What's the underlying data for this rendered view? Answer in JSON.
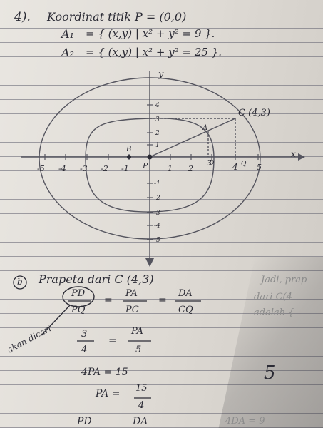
{
  "problem": {
    "number": "4).",
    "line1": "Koordinat titik P = (0,0)",
    "a1_name": "A₁",
    "a1_def": "= { (x,y) | x² + y² = 9 }.",
    "a2_name": "A₂",
    "a2_def": "= { (x,y) | x² + y² = 25 }."
  },
  "graph": {
    "y_axis_label": "y",
    "x_axis_label": "x",
    "x_ticks": [
      "-5",
      "-4",
      "-3",
      "-2",
      "-1",
      "1",
      "2",
      "3",
      "4",
      "5"
    ],
    "y_ticks": [
      "4",
      "3",
      "2",
      "1",
      "-1",
      "-2",
      "-3",
      "-4",
      "-5"
    ],
    "point_c": "C (4,3)",
    "point_a": "A",
    "point_b": "B",
    "point_p": "P",
    "point_d": "D",
    "point_q": "Q"
  },
  "part_b": {
    "label": "b",
    "title": "Prapeta dari C (4,3)",
    "eq1": {
      "f1_num": "PD",
      "f1_den": "PQ",
      "eq": "=",
      "f2_num": "PA",
      "f2_den": "PC",
      "eq2": "=",
      "f3_num": "DA",
      "f3_den": "CQ"
    },
    "note": "akan dicari",
    "eq2": {
      "f1_num": "3",
      "f1_den": "4",
      "eq": "=",
      "f2_num": "PA",
      "f2_den": "5"
    },
    "line3": "4PA = 15",
    "line4_lhs": "PA =",
    "line4_num": "15",
    "line4_den": "4",
    "bottom_left": "PD",
    "bottom_mid": "DA",
    "bottom_right": "4DA = 9",
    "side_number": "5",
    "faint_line1": "Jadi, prap",
    "faint_line2": "dari C(4",
    "faint_line3": "adalah {"
  }
}
